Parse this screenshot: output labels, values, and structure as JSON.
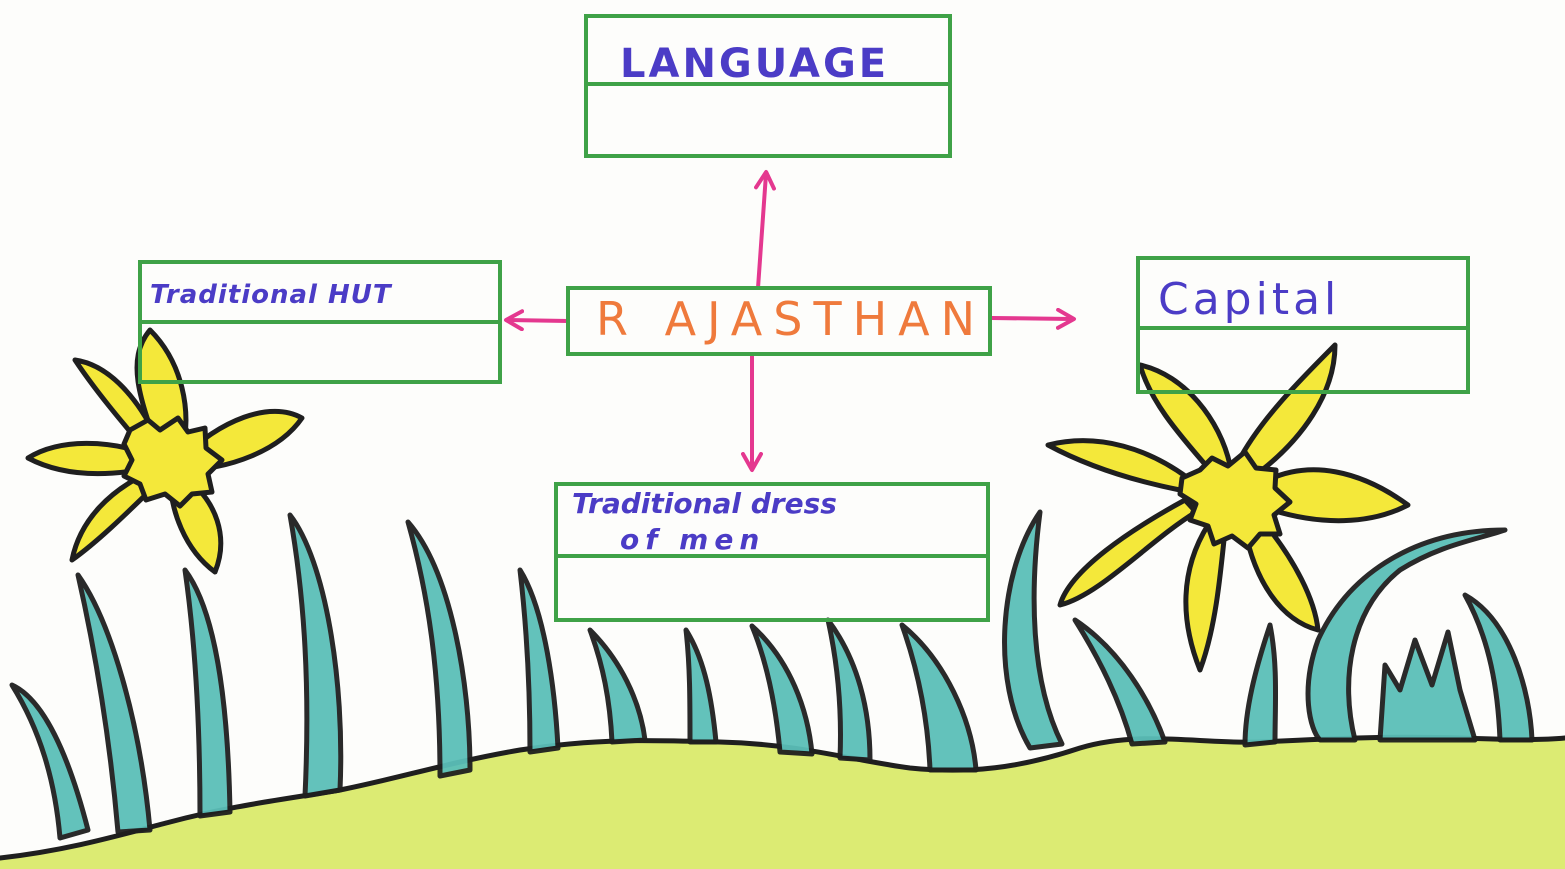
{
  "diagram": {
    "center": "R AJASTHAN",
    "nodes": {
      "language": "LANGUAGE",
      "traditional_hut": "Traditional HUT",
      "capital": "Capital",
      "traditional_dress_line1": "Traditional dress",
      "traditional_dress_line2": "of men"
    }
  },
  "colors": {
    "box_border": "#3fa247",
    "arrow": "#e4388f",
    "label_text": "#4b3cc6",
    "center_text": "#ef7a3c",
    "grass_fill": "#5bbfb8",
    "ground_fill": "#d6e85a",
    "flower_fill": "#f4e83a",
    "outline": "#1f1f1f"
  }
}
